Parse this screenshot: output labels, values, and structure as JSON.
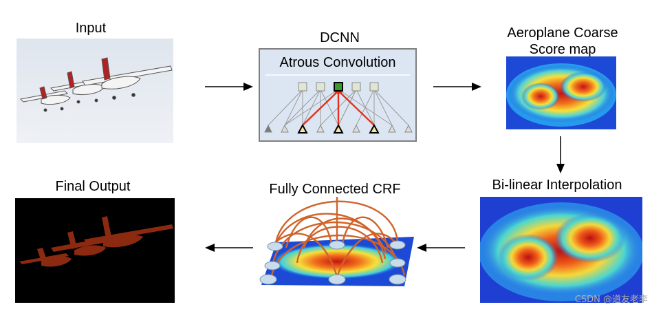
{
  "steps": {
    "input": "Input",
    "dcnn": "DCNN",
    "atrous": "Atrous Convolution",
    "coarse_line1": "Aeroplane Coarse",
    "coarse_line2": "Score map",
    "bilinear": "Bi-linear Interpolation",
    "crf": "Fully Connected CRF",
    "final": "Final Output"
  },
  "watermark": "CSDN @道友老李",
  "colors": {
    "sky": "#e6ebf2",
    "dcnn_box": "#dce6f2",
    "dcnn_border": "#7f7f7f",
    "highlight_red": "#e3301c",
    "highlight_green": "#3a9a2c",
    "heat_red": "#c31414",
    "heat_blue": "#1c49d6",
    "crf_orange": "#d0632a",
    "final_plane": "#8b2a10"
  }
}
